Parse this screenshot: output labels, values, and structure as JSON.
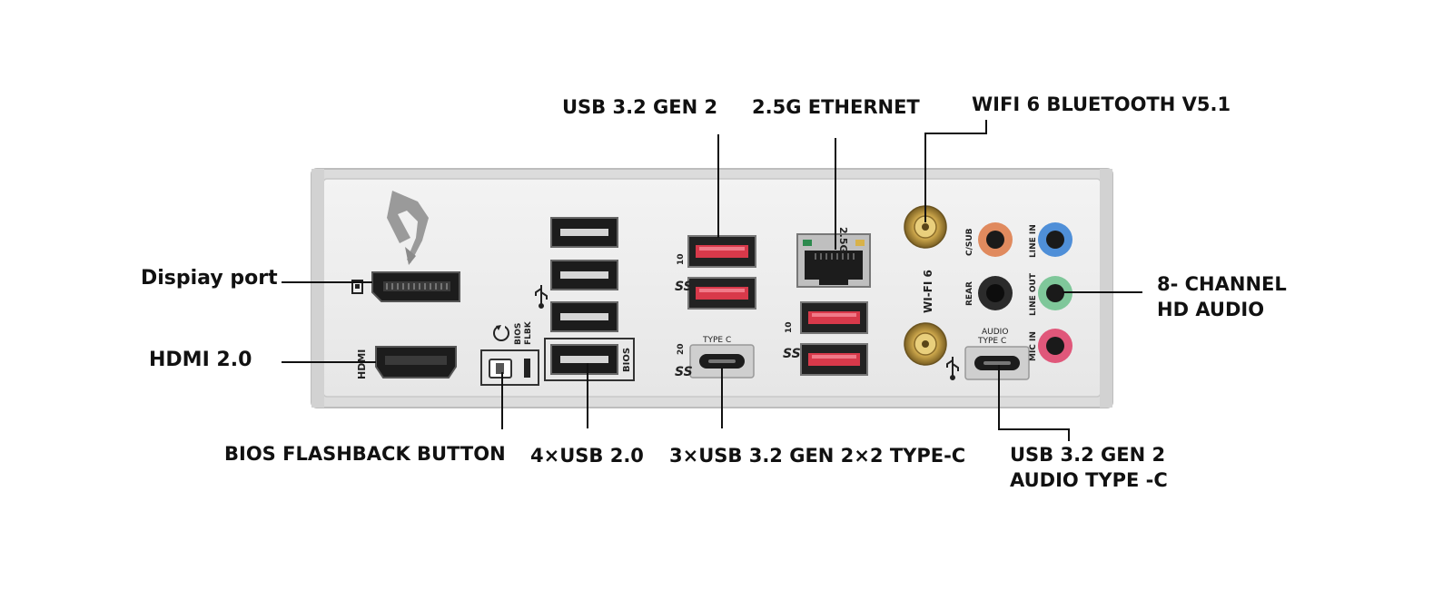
{
  "callouts": {
    "display_port": "Dispiay port",
    "hdmi": "HDMI 2.0",
    "bios_flashback_button": "BIOS FLASHBACK BUTTON",
    "usb20": "4×USB 2.0",
    "usb32_typec": "3×USB 3.2 GEN 2×2 TYPE-C",
    "usb32_gen2": "USB 3.2 GEN 2",
    "ethernet": "2.5G ETHERNET",
    "wifi": "WIFI 6 BLUETOOTH V5.1",
    "audio_line1": "8- CHANNEL",
    "audio_line2": "HD AUDIO",
    "audio_typec_line1": "USB 3.2 GEN 2",
    "audio_typec_line2": "AUDIO TYPE -C"
  },
  "panel_labels": {
    "hdmi": "HDMI",
    "bios_flbk_1": "BIOS",
    "bios_flbk_2": "FLBK",
    "bios_port": "BIOS",
    "type_c": "TYPE C",
    "eth_speed": "2.5G",
    "wifi": "WI-FI 6",
    "audio_type_c_1": "AUDIO",
    "audio_type_c_2": "TYPE C",
    "c_sub": "C/SUB",
    "rear": "REAR",
    "line_in": "LINE IN",
    "line_out": "LINE OUT",
    "mic_in": "MIC IN",
    "ss10": "10",
    "ss20": "20"
  },
  "colors": {
    "usb32_red": "#d8394a",
    "jack_orange": "#e08a5e",
    "jack_blue": "#4f8fd8",
    "jack_black": "#2b2b2b",
    "jack_green": "#7fc79a",
    "jack_pink": "#e0577a",
    "antenna_gold": "#c9a44a",
    "panel_bg": "#eeeeee"
  }
}
